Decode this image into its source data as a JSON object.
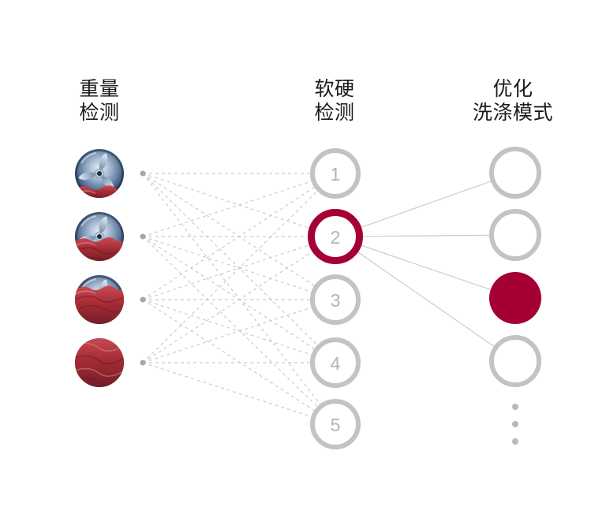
{
  "columns": [
    {
      "id": "weight-detection",
      "title_lines": [
        "重量",
        "检测"
      ]
    },
    {
      "id": "softness-detection",
      "title_lines": [
        "软硬",
        "检测"
      ]
    },
    {
      "id": "optimized-wash-mode",
      "title_lines": [
        "优化",
        "洗涤模式"
      ]
    }
  ],
  "network": {
    "input_nodes": [
      {
        "name": "laundry-load-level-1",
        "fabric_coverage": 0.22
      },
      {
        "name": "laundry-load-level-2",
        "fabric_coverage": 0.45
      },
      {
        "name": "laundry-load-level-3",
        "fabric_coverage": 0.75
      },
      {
        "name": "laundry-load-level-4",
        "fabric_coverage": 1.0
      }
    ],
    "hidden_nodes": [
      {
        "label": "1",
        "highlighted": false
      },
      {
        "label": "2",
        "highlighted": true
      },
      {
        "label": "3",
        "highlighted": false
      },
      {
        "label": "4",
        "highlighted": false
      },
      {
        "label": "5",
        "highlighted": false
      }
    ],
    "output_nodes": [
      {
        "selected": false
      },
      {
        "selected": false
      },
      {
        "selected": true
      },
      {
        "selected": false
      }
    ],
    "ellipsis_dots": 3,
    "colors": {
      "accent": "#a50034",
      "node_stroke": "#c3c3c3",
      "node_label": "#b3b3b3",
      "edge_dashed": "#cccccc",
      "edge_solid": "#c9c9c9",
      "link_dot": "#a6a6a6",
      "ellipsis": "#b9b9b9",
      "heading": "#1a1a1a"
    }
  }
}
